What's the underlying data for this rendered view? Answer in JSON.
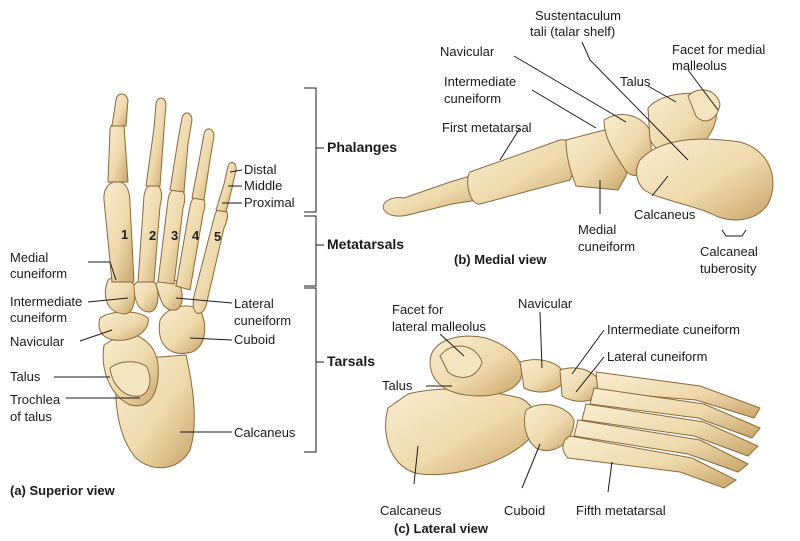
{
  "colors": {
    "bone": "#eed9ab",
    "bone_shadow": "#b58f55",
    "bone_outline": "#8a6a3a",
    "bone_highlight": "#f8ecd0",
    "line": "#1a1a1a"
  },
  "superior": {
    "caption_letter": "(a)",
    "caption_name": "Superior view",
    "metatarsal_numbers": [
      "1",
      "2",
      "3",
      "4",
      "5"
    ],
    "labels": {
      "distal": "Distal",
      "middle": "Middle",
      "proximal": "Proximal",
      "medial_cuneiform_1": "Medial",
      "medial_cuneiform_2": "cuneiform",
      "intermediate_cuneiform_1": "Intermediate",
      "intermediate_cuneiform_2": "cuneiform",
      "navicular": "Navicular",
      "lateral_cuneiform_1": "Lateral",
      "lateral_cuneiform_2": "cuneiform",
      "cuboid": "Cuboid",
      "talus": "Talus",
      "trochlea_1": "Trochlea",
      "trochlea_2": "of talus",
      "calcaneus": "Calcaneus"
    }
  },
  "groups": {
    "phalanges": "Phalanges",
    "metatarsals": "Metatarsals",
    "tarsals": "Tarsals"
  },
  "medial": {
    "caption_letter": "(b)",
    "caption_name": "Medial view",
    "labels": {
      "sustentaculum_1": "Sustentaculum",
      "sustentaculum_2": "tali (talar shelf)",
      "navicular": "Navicular",
      "facet_medial_1": "Facet for medial",
      "facet_medial_2": "malleolus",
      "intermediate_cuneiform_1": "Intermediate",
      "intermediate_cuneiform_2": "cuneiform",
      "talus": "Talus",
      "first_metatarsal": "First metatarsal",
      "calcaneus": "Calcaneus",
      "medial_cuneiform_1": "Medial",
      "medial_cuneiform_2": "cuneiform",
      "calcaneal_tuberosity_1": "Calcaneal",
      "calcaneal_tuberosity_2": "tuberosity"
    }
  },
  "lateral": {
    "caption_letter": "(c)",
    "caption_name": "Lateral view",
    "labels": {
      "facet_lateral_1": "Facet for",
      "facet_lateral_2": "lateral malleolus",
      "navicular": "Navicular",
      "intermediate_cuneiform": "Intermediate cuneiform",
      "lateral_cuneiform": "Lateral cuneiform",
      "talus": "Talus",
      "calcaneus": "Calcaneus",
      "cuboid": "Cuboid",
      "fifth_metatarsal": "Fifth metatarsal"
    }
  }
}
